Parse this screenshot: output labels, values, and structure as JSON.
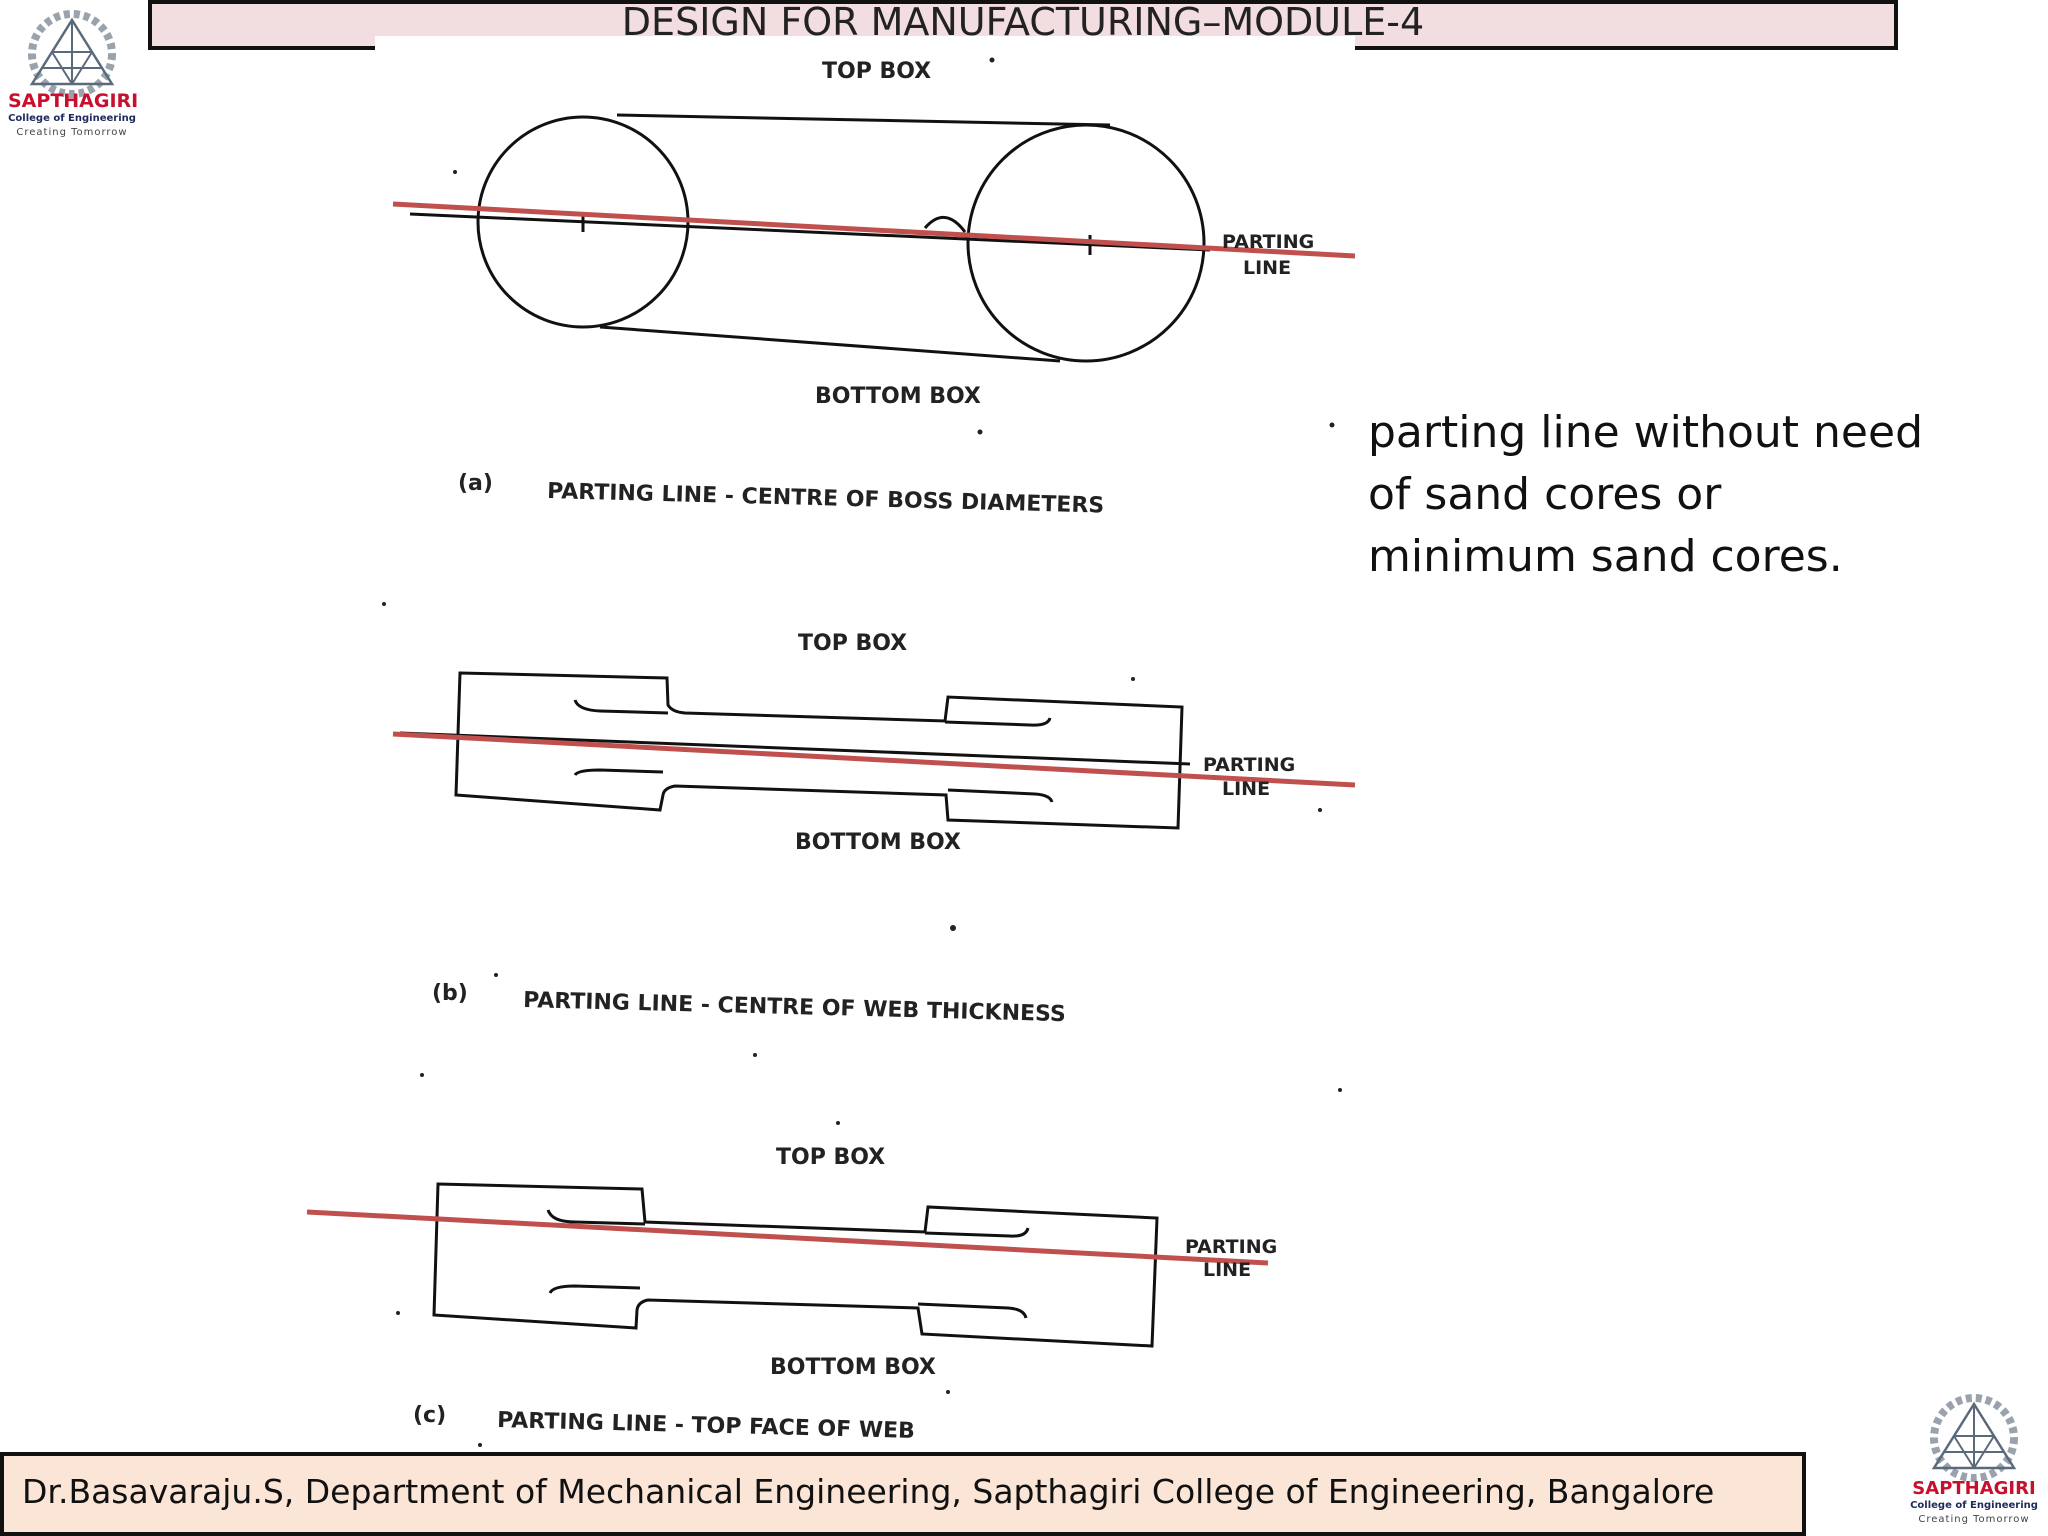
{
  "header": {
    "title": "DESIGN FOR MANUFACTURING–MODULE-4"
  },
  "logo": {
    "name": "SAPTHAGIRI",
    "subtitle": "College of Engineering",
    "tagline": "Creating Tomorrow"
  },
  "note": {
    "text": "parting line without need of sand cores or minimum sand cores."
  },
  "figures": {
    "a": {
      "top_label": "TOP BOX",
      "bottom_label": "BOTTOM BOX",
      "parting_label_1": "PARTING",
      "parting_label_2": "LINE",
      "tag": "(a)",
      "caption": "PARTING LINE - CENTRE OF BOSS DIAMETERS"
    },
    "b": {
      "top_label": "TOP BOX",
      "bottom_label": "BOTTOM BOX",
      "parting_label_1": "PARTING",
      "parting_label_2": "LINE",
      "tag": "(b)",
      "caption": "PARTING LINE - CENTRE OF WEB THICKNESS"
    },
    "c": {
      "top_label": "TOP BOX",
      "bottom_label": "BOTTOM BOX",
      "parting_label_1": "PARTING",
      "parting_label_2": "LINE",
      "tag": "(c)",
      "caption": "PARTING LINE - TOP FACE OF WEB"
    }
  },
  "footer": {
    "text": "Dr.Basavaraju.S, Department of Mechanical Engineering, Sapthagiri College of Engineering, Bangalore"
  },
  "colors": {
    "parting_line": "#c0504d",
    "title_bg": "#f2dde0",
    "footer_bg": "#fbe5d6"
  }
}
